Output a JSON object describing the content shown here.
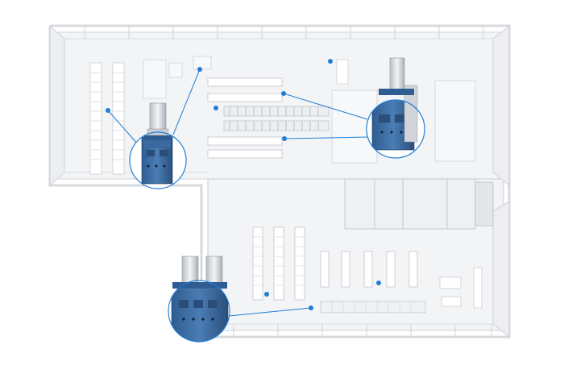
{
  "scene": {
    "description_free": true,
    "colors": {
      "background": "#ffffff",
      "building_line": "#c9ccd1",
      "floor": "#f3f4f6",
      "wall": "#e4e6ea",
      "equipment_blue": "#3f6fa5",
      "equipment_dark": "#2b4f7c",
      "callout_blue": "#1e7fd6",
      "machine_top": "#dcdfe4"
    },
    "icons": {
      "marker": "location-dot-icon",
      "machine": "dehumidifier-unit-icon"
    }
  },
  "callouts": [
    {
      "id": "left-upper"
    },
    {
      "id": "right-upper"
    },
    {
      "id": "bottom-left"
    }
  ]
}
